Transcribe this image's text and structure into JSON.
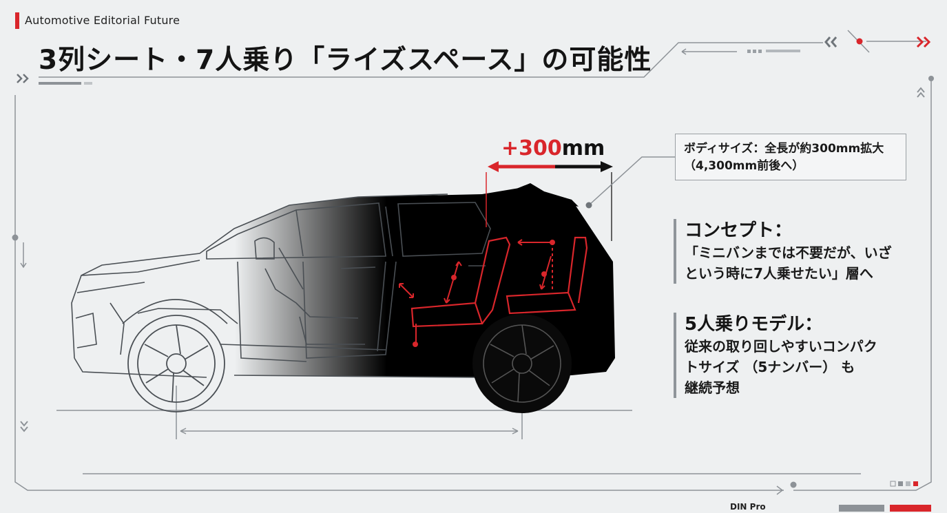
{
  "brand": "Automotive Editorial Future",
  "title": "3列シート・7人乗り「ライズスペース」の可能性",
  "dimension_callout": {
    "prefix": "+300",
    "unit": "mm"
  },
  "spec_box": {
    "line1": "ボディサイズ：全長が約300mm拡大",
    "line2": "（4,300mm前後へ）"
  },
  "concept": {
    "heading": "コンセプト：",
    "lines": [
      "「ミニバンまでは不要だが、いざ",
      "という時に7人乗せたい」層へ"
    ]
  },
  "model": {
    "heading": "5人乗りモデル：",
    "lines": [
      "従来の取り回しやすいコンパク",
      "トサイズ （5ナンバー） も",
      "継続予想"
    ]
  },
  "footer": {
    "font_label": "DIN Pro"
  },
  "colors": {
    "accent": "#d9262b",
    "ink": "#141414",
    "line": "#8f959a",
    "background": "#eef0f1"
  }
}
